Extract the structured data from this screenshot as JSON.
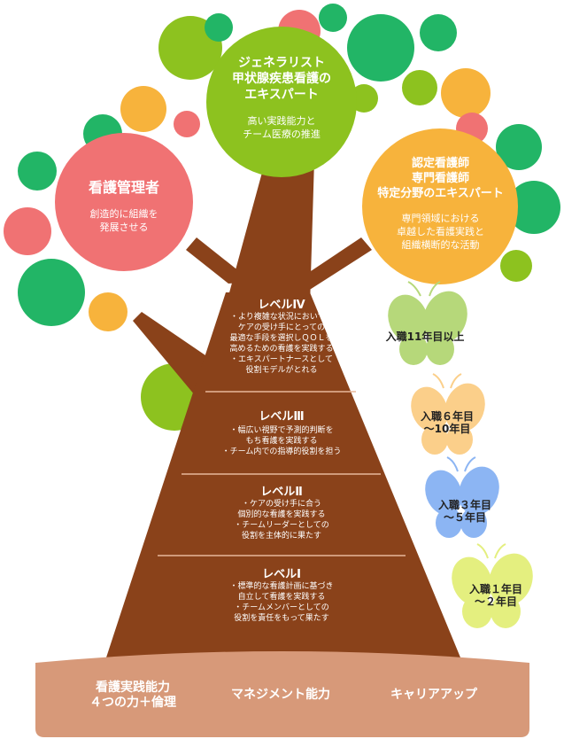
{
  "circles": {
    "generalist": {
      "title": [
        "ジェネラリスト",
        "甲状腺疾患看護の",
        "エキスパート"
      ],
      "desc": [
        "高い実践能力と",
        "チーム医療の推進"
      ],
      "color": "#8dc21f"
    },
    "manager": {
      "title": [
        "看護管理者"
      ],
      "desc": [
        "創造的に組織を",
        "発展させる"
      ],
      "color": "#f07273"
    },
    "certified": {
      "title": [
        "認定看護師",
        "専門看護師",
        "特定分野のエキスパート"
      ],
      "desc": [
        "専門領域における",
        "卓越した看護実践と",
        "組織横断的な活動"
      ],
      "color": "#f7b33c"
    }
  },
  "levels": [
    {
      "title": "レベルⅣ",
      "desc": [
        "・より複雑な状況において、",
        "ケアの受け手にとっての",
        "最適な手段を選択しＱＯＬを",
        "高めるための看護を実践する",
        "・エキスパートナースとして",
        "役割モデルがとれる"
      ]
    },
    {
      "title": "レベルⅢ",
      "desc": [
        "・幅広い視野で予測的判断を",
        "もち看護を実践する",
        "・チーム内での指導的役割を担う"
      ]
    },
    {
      "title": "レベルⅡ",
      "desc": [
        "・ケアの受け手に合う",
        "個別的な看護を実践する",
        "・チームリーダーとしての",
        "役割を主体的に果たす"
      ]
    },
    {
      "title": "レベルⅠ",
      "desc": [
        "・標準的な看護計画に基づき",
        "自立して看護を実践する",
        "・チームメンバーとしての",
        "役割を責任をもって果たす"
      ]
    }
  ],
  "butterflies": [
    {
      "label": [
        "入職11年目以上"
      ],
      "color": "#b6d87a"
    },
    {
      "label": [
        "入職６年目",
        "～10年目"
      ],
      "color": "#fbcf8a"
    },
    {
      "label": [
        "入職３年目",
        "～５年目"
      ],
      "color": "#8cb5f3"
    },
    {
      "label": [
        "入職１年目",
        "～２年目"
      ],
      "color": "#e4ef7f"
    }
  ],
  "base": {
    "items": [
      [
        "看護実践能力",
        "４つの力＋倫理"
      ],
      [
        "マネジメント能力"
      ],
      [
        "キャリアアップ"
      ]
    ]
  },
  "colors": {
    "trunk": "#8a421a",
    "base": "#d79979",
    "green": "#22b566",
    "lime": "#8dc21f",
    "orange": "#f7b33c",
    "pink": "#f07273"
  }
}
